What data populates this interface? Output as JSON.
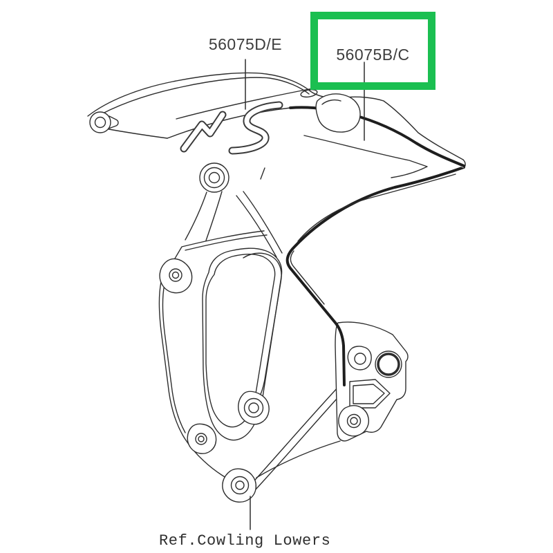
{
  "figure": {
    "kind": "motorcycle-parts-diagram",
    "callouts": [
      {
        "id": "decal-pattern-upper",
        "text": "56075D/E",
        "highlighted": false
      },
      {
        "id": "decal-pattern-shroud",
        "text": "56075B/C",
        "highlighted": true
      },
      {
        "id": "cowling-lowers-reference",
        "text": "Ref.Cowling Lowers",
        "highlighted": false
      }
    ],
    "highlight_color": "#1bbf51",
    "highlight_border_style": "border-color:#1bbf51",
    "line_color": "#2d2d2d",
    "accent_line_color": "#1e1e1e",
    "text_color": "#3d3d3d",
    "background_color": "#ffffff"
  }
}
